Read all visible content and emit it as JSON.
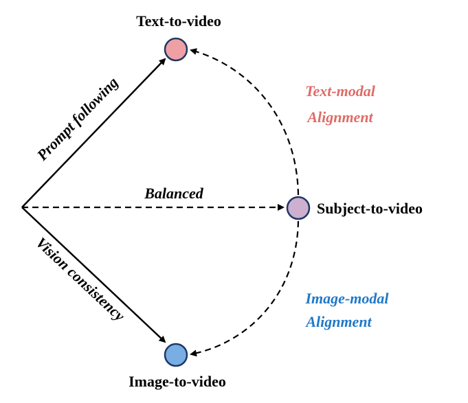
{
  "nodes": {
    "text_to_video": {
      "label": "Text-to-video",
      "color": "#EFA0A4"
    },
    "subject_to_video": {
      "label": "Subject-to-video",
      "color": "#CDAFCF"
    },
    "image_to_video": {
      "label": "Image-to-video",
      "color": "#79AEE4"
    }
  },
  "node_stroke_color": "#1F3864",
  "edges": {
    "prompt_following": "Prompt following",
    "balanced": "Balanced",
    "vision_consistency": "Vision consistency"
  },
  "alignments": {
    "text_modal": {
      "line1": "Text-modal",
      "line2": "Alignment",
      "color": "#E06B67"
    },
    "image_modal": {
      "line1": "Image-modal",
      "line2": "Alignment",
      "color": "#1F78C8"
    }
  }
}
